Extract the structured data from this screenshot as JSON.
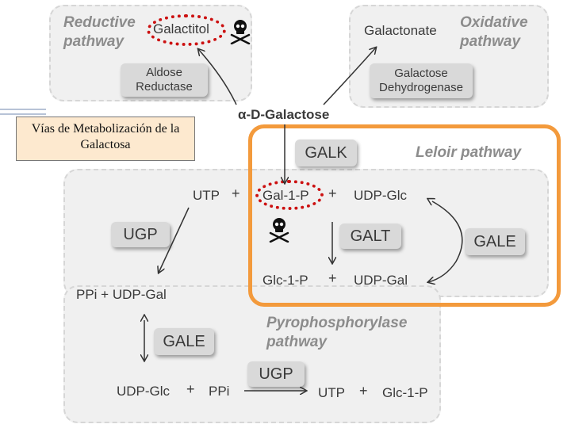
{
  "title": "Vías de Metabolización de la Galactosa",
  "pathways": {
    "reductive": "Reductive pathway",
    "oxidative": "Oxidative pathway",
    "leloir": "Leloir pathway",
    "pyrophosphorylase": "Pyrophosphorylase pathway"
  },
  "enzymes": {
    "aldose_reductase": [
      "Aldose",
      "Reductase"
    ],
    "galactose_dehydrogenase": [
      "Galactose",
      "Dehydrogenase"
    ],
    "galk": "GALK",
    "galt": "GALT",
    "gale_leloir": "GALE",
    "ugp_left": "UGP",
    "gale_left": "GALE",
    "ugp_bottom": "UGP"
  },
  "metabolites": {
    "galactitol": "Galactitol",
    "galactonate": "Galactonate",
    "alpha_d_galactose": "α-D-Galactose",
    "utp_1": "UTP",
    "gal_1_p": "Gal-1-P",
    "udp_glc_1": "UDP-Glc",
    "glc_1_p_1": "Glc-1-P",
    "udp_gal_1": "UDP-Gal",
    "ppi_udp_gal": "PPi + UDP-Gal",
    "udp_glc_2": "UDP-Glc",
    "ppi": "PPi",
    "utp_2": "UTP",
    "glc_1_p_2": "Glc-1-P"
  },
  "symbols": {
    "plus": "+"
  },
  "colors": {
    "panel": "#f0f0f0",
    "enzyme": "#d9d9d9",
    "leloir_border": "#f39a3c",
    "toxic_ring": "#cc1111",
    "title_bg": "#fde9cf"
  },
  "icons": {
    "toxic": "skull-crossbones-icon"
  }
}
